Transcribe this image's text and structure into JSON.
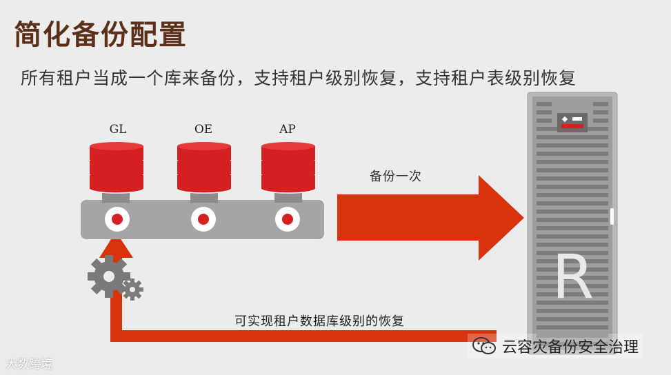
{
  "title": "简化备份配置",
  "subtitle": "所有租户当成一个库来备份，支持租户级别恢复，支持租户表级别恢复",
  "databases": [
    {
      "label": "GL"
    },
    {
      "label": "OE"
    },
    {
      "label": "AP"
    }
  ],
  "backup_arrow_label": "备份一次",
  "restore_label": "可实现租户数据库级别的恢复",
  "storage_letter": "R",
  "watermark_left": "大数跨境",
  "watermark_right": "云容灾备份安全治理",
  "colors": {
    "db_red": "#d42020",
    "arrow_red": "#d8330d",
    "tray_gray": "#a5a5a5",
    "title_brown": "#5b2f1a"
  },
  "icons": [
    "gear-icon",
    "database-icon",
    "storage-rack-icon",
    "wechat-icon"
  ]
}
